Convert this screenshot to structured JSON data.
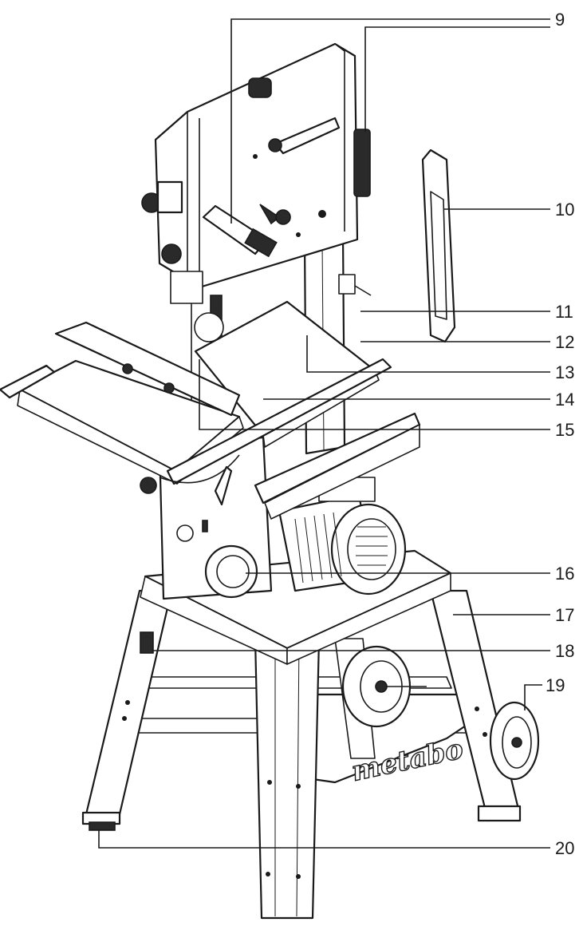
{
  "brand": "metabo",
  "callouts": [
    {
      "id": "9",
      "label": "9"
    },
    {
      "id": "10",
      "label": "10"
    },
    {
      "id": "11",
      "label": "11"
    },
    {
      "id": "12",
      "label": "12"
    },
    {
      "id": "13",
      "label": "13"
    },
    {
      "id": "14",
      "label": "14"
    },
    {
      "id": "15",
      "label": "15"
    },
    {
      "id": "16",
      "label": "16"
    },
    {
      "id": "17",
      "label": "17"
    },
    {
      "id": "18",
      "label": "18"
    },
    {
      "id": "19",
      "label": "19"
    },
    {
      "id": "20",
      "label": "20"
    }
  ]
}
